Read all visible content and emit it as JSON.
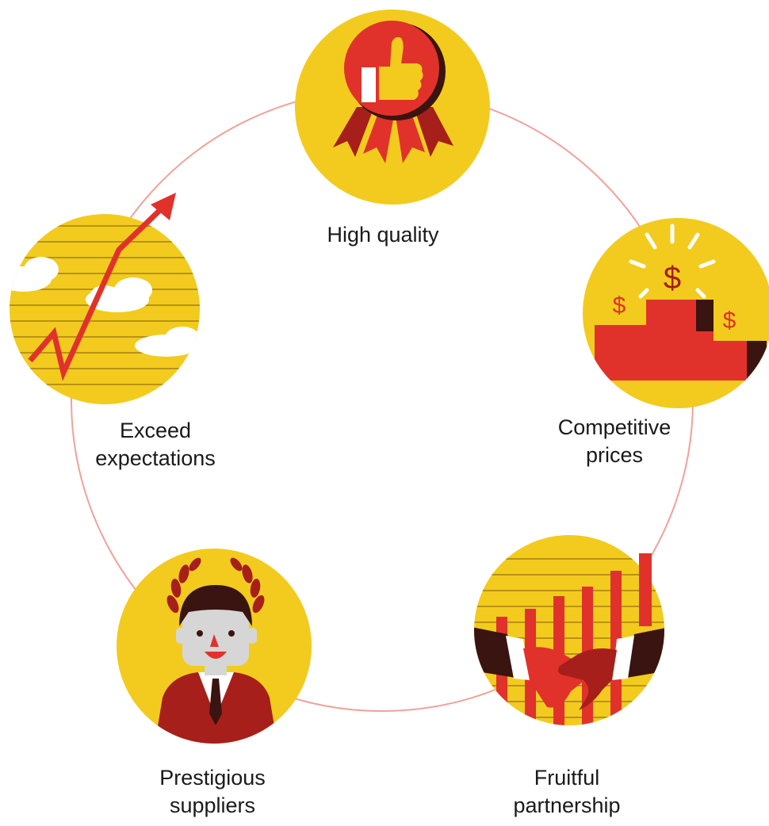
{
  "diagram": {
    "colors": {
      "yellow": "#F2CB1E",
      "red": "#E0322B",
      "dark_red": "#A61F1A",
      "brown": "#3A1410",
      "ring": "#F0A29A"
    },
    "items": [
      {
        "id": "high-quality",
        "icon": "award-thumbs-up-icon",
        "lines": [
          "High quality"
        ]
      },
      {
        "id": "competitive-prices",
        "icon": "price-podium-icon",
        "lines": [
          "Competitive",
          "prices"
        ]
      },
      {
        "id": "fruitful-partnership",
        "icon": "handshake-growth-icon",
        "lines": [
          "Fruitful",
          "partnership"
        ]
      },
      {
        "id": "prestigious-suppliers",
        "icon": "laurel-person-icon",
        "lines": [
          "Prestigious",
          "suppliers"
        ]
      },
      {
        "id": "exceed-expectations",
        "icon": "rising-arrow-icon",
        "lines": [
          "Exceed",
          "expectations"
        ]
      }
    ],
    "icon_text": {
      "dollar": "$"
    }
  }
}
